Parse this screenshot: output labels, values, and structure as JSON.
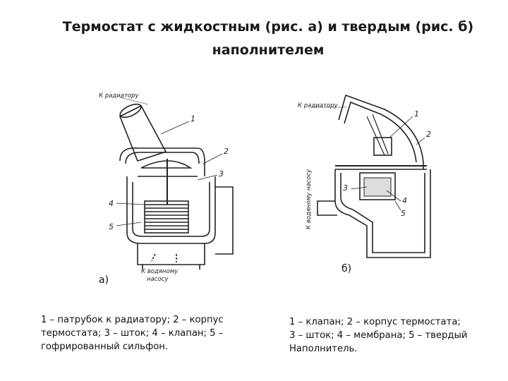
{
  "title": {
    "line1": "Термостат с  жидкостным (рис. а) и твердым (рис. б)",
    "line2": "наполнителем"
  },
  "figure_a": {
    "label_radiator": "К радиатору",
    "label_pump_1": "К водяному",
    "label_pump_2": "насосу",
    "numbers": [
      "1",
      "2",
      "3",
      "4",
      "5"
    ],
    "sublabel": "а)",
    "caption_lines": [
      "1 – патрубок к радиатору; 2 – корпус",
      "термостата; 3 – шток; 4 – клапан; 5 –",
      "гофрированный сильфон."
    ]
  },
  "figure_b": {
    "label_radiator": "К радиатору",
    "label_pump": "К водяному насосу",
    "numbers": [
      "1",
      "2",
      "3",
      "4",
      "5"
    ],
    "sublabel": "б)",
    "caption_lines": [
      "1 – клапан; 2 – корпус термостата;",
      "3 – шток; 4 – мембрана; 5 – твердый",
      "Наполнитель."
    ]
  }
}
